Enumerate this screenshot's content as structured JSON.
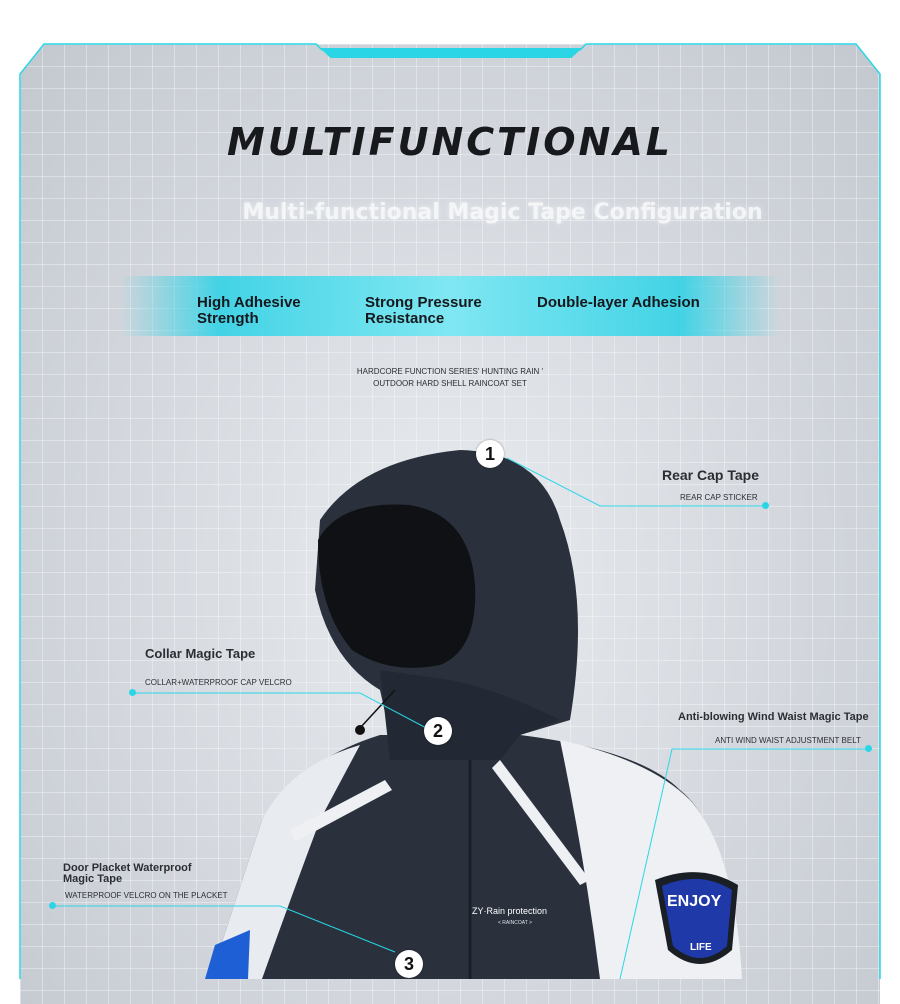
{
  "headline": "MULTIFUNCTIONAL",
  "subheadline": "Multi-functional Magic Tape Configuration",
  "features": [
    "High Adhesive\nStrength",
    "Strong Pressure\nResistance",
    "Double-layer Adhesion"
  ],
  "series": "HARDCORE FUNCTION SERIES' HUNTING RAIN '\nOUTDOOR HARD SHELL RAINCOAT SET",
  "callouts": [
    {
      "number": "1",
      "title": "Rear Cap Tape",
      "subtitle": "REAR CAP STICKER"
    },
    {
      "number": "2",
      "title": "Collar Magic Tape",
      "subtitle": "COLLAR+WATERPROOF CAP VELCRO"
    },
    {
      "number": "3",
      "title": "Door Placket Waterproof\nMagic Tape",
      "subtitle": "WATERPROOF VELCRO ON THE PLACKET"
    },
    {
      "title": "Anti-blowing Wind Waist Magic Tape",
      "subtitle": "ANTI WIND WAIST ADJUSTMENT BELT"
    }
  ],
  "jacket": {
    "brand": "ZY·Rain protection",
    "brand_sub": "< RAINCOAT >",
    "patch_top": "ENJOY",
    "patch_bottom": "LIFE"
  },
  "colors": {
    "accent": "#2ad6e6",
    "jacket_dark": "#2a313d",
    "jacket_light": "#eef0f3",
    "patch_blue": "#1f3aa8"
  }
}
